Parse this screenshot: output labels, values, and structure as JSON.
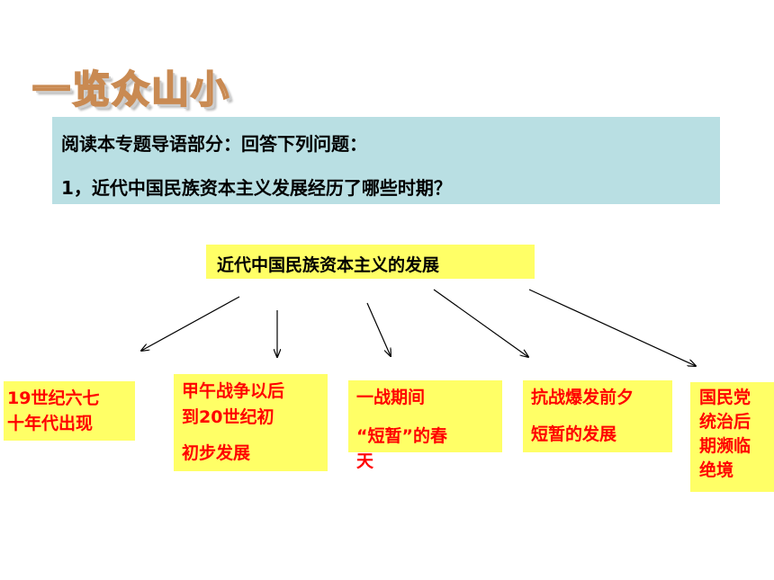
{
  "title": "一览众山小",
  "question": {
    "line1": "阅读本专题导语部分：回答下列问题：",
    "line2": "1，近代中国民族资本主义发展经历了哪些时期？"
  },
  "root": {
    "label": "近代中国民族资本主义的发展"
  },
  "periods": [
    {
      "lines": [
        "19世纪六七",
        "十年代出现"
      ]
    },
    {
      "lines": [
        "甲午战争以后",
        "到20世纪初",
        "初步发展"
      ]
    },
    {
      "lines": [
        "一战期间",
        "“短暂”的春",
        "天"
      ]
    },
    {
      "lines": [
        "抗战爆发前夕",
        "短暂的发展"
      ]
    },
    {
      "lines": [
        "国民党",
        "统治后",
        "期濒临",
        "绝境"
      ]
    }
  ],
  "colors": {
    "highlight_box": "#ffff66",
    "period_text": "#ff0000",
    "question_box": "#b9dfe3",
    "title_outline": "#c98a52"
  }
}
